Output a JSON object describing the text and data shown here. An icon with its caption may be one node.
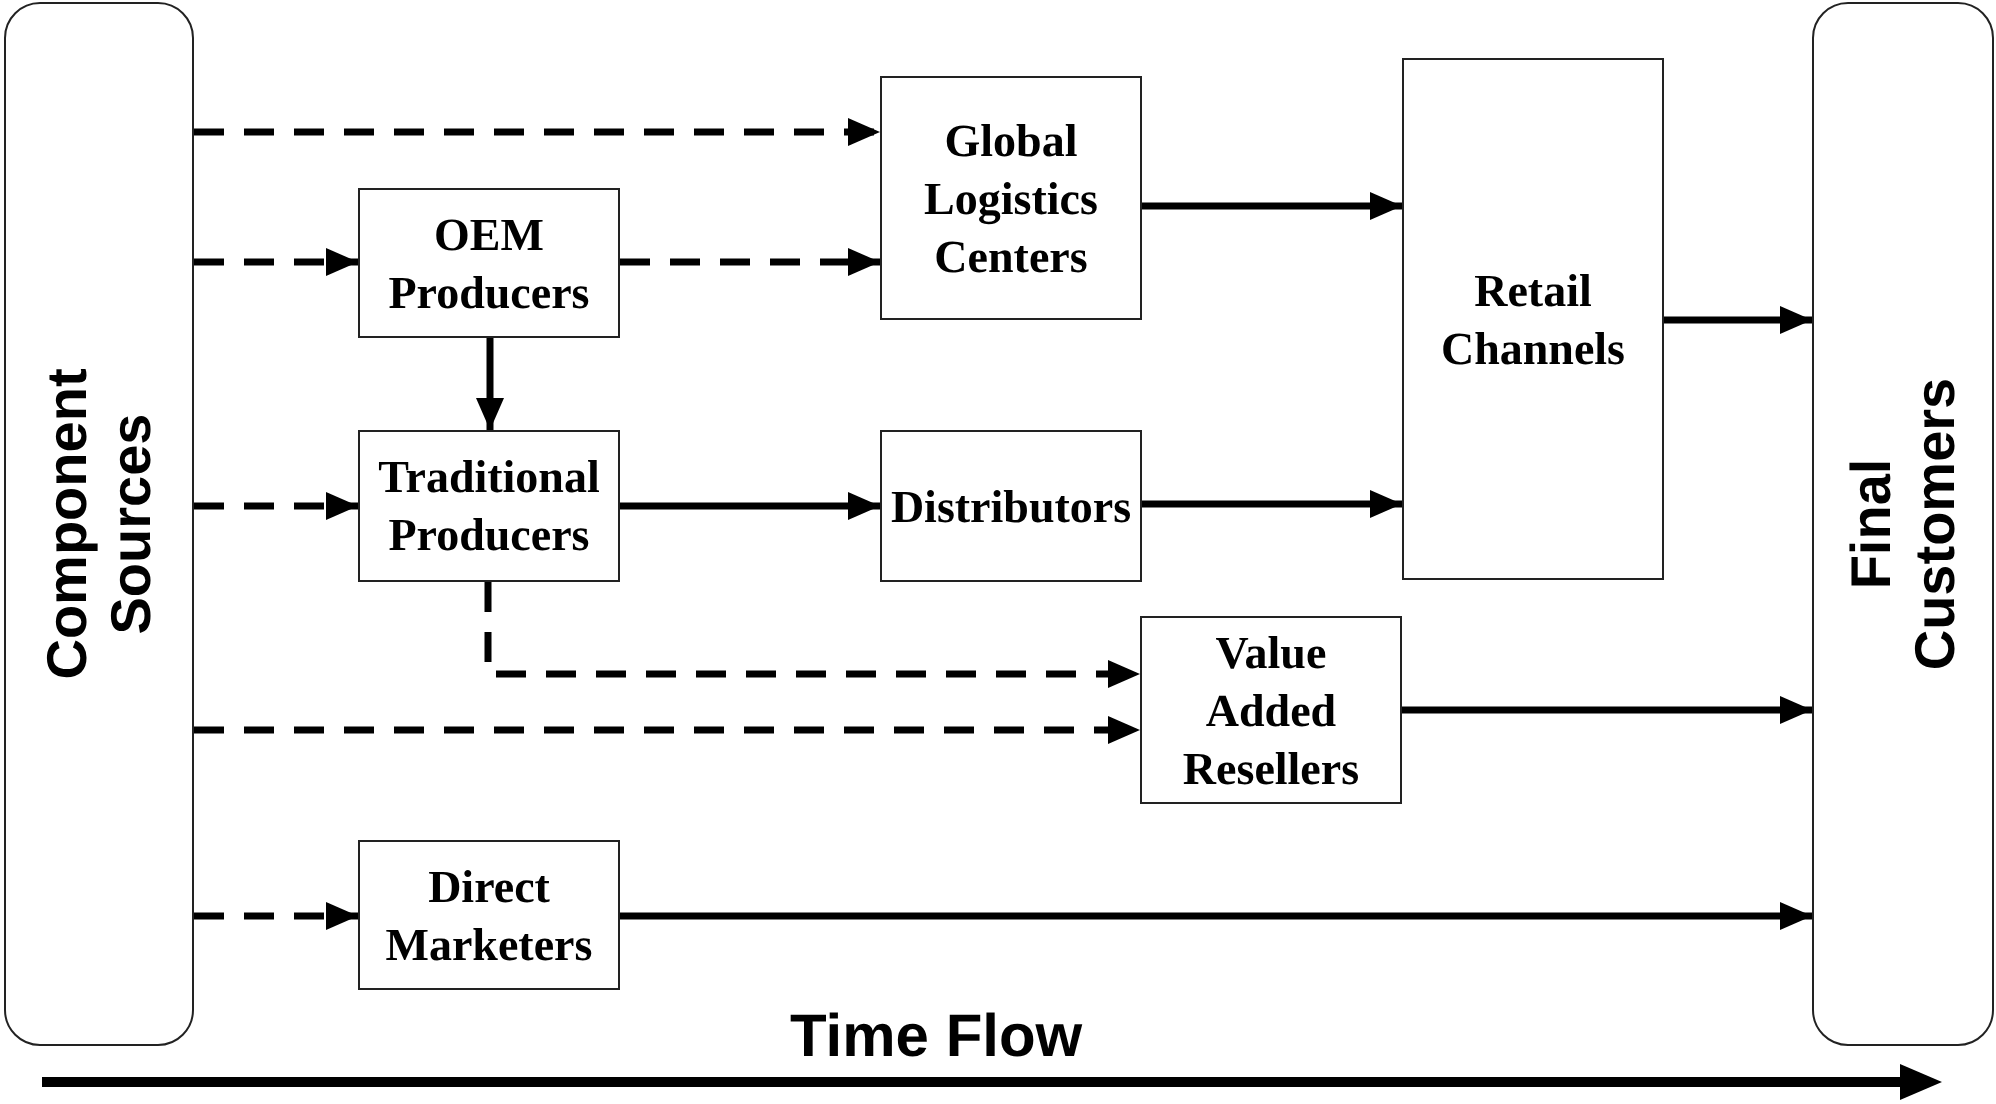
{
  "diagram": {
    "nodes": [
      {
        "text": [
          "Component Sources"
        ]
      },
      {
        "text": [
          "Global Logistics Centers"
        ]
      },
      {
        "text": [
          "OEM Producers"
        ]
      },
      {
        "text": [
          "Retail Channels"
        ]
      },
      {
        "text": [
          "Traditional Producers"
        ]
      },
      {
        "text": [
          "Distributors"
        ]
      },
      {
        "text": [
          "Value Added Resellers"
        ]
      },
      {
        "text": [
          "Direct Marketers"
        ]
      },
      {
        "text": [
          "Final Customers"
        ]
      }
    ],
    "edges": [
      {
        "from": 0,
        "to": 1,
        "arrow": "to",
        "style": "dashed"
      },
      {
        "from": 0,
        "to": 2,
        "arrow": "to",
        "style": "dashed"
      },
      {
        "from": 2,
        "to": 1,
        "arrow": "to",
        "style": "dashed"
      },
      {
        "from": 1,
        "to": 3,
        "arrow": "to"
      },
      {
        "from": 2,
        "to": 4,
        "arrow": "to"
      },
      {
        "from": 0,
        "to": 4,
        "arrow": "to",
        "style": "dashed"
      },
      {
        "from": 4,
        "to": 5,
        "arrow": "to"
      },
      {
        "from": 5,
        "to": 3,
        "arrow": "to"
      },
      {
        "from": 3,
        "to": 8,
        "arrow": "to"
      },
      {
        "from": 4,
        "to": 6,
        "arrow": "to",
        "style": "dashed"
      },
      {
        "from": 0,
        "to": 6,
        "arrow": "to",
        "style": "dashed"
      },
      {
        "from": 6,
        "to": 8,
        "arrow": "to"
      },
      {
        "from": 0,
        "to": 7,
        "arrow": "to",
        "style": "dashed"
      },
      {
        "from": 7,
        "to": 8,
        "arrow": "to"
      }
    ],
    "labels": [
      "Time Flow"
    ]
  }
}
